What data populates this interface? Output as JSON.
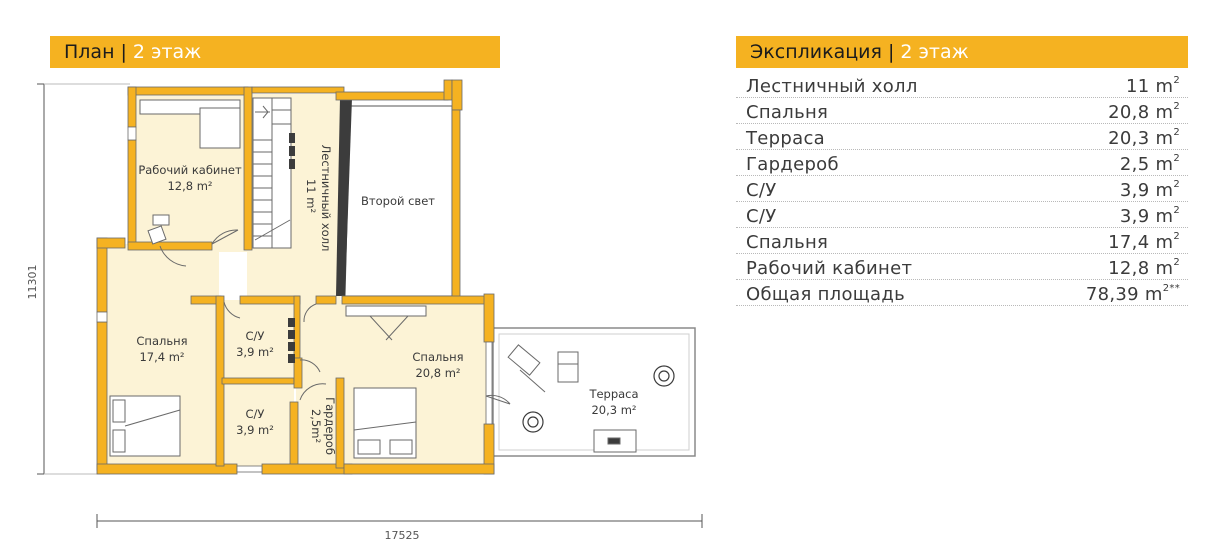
{
  "plan": {
    "header": {
      "title": "План",
      "separator": "|",
      "floor": "2 этаж"
    },
    "dim_height": "11301",
    "dim_width": "17525",
    "rooms": {
      "office": {
        "name": "Рабочий кабинет",
        "area": "12,8 m²"
      },
      "stair_hall": {
        "name": "Лестничный холл",
        "area": "11 m²"
      },
      "second_light": {
        "name": "Второй свет"
      },
      "bedroom_left": {
        "name": "Спальня",
        "area": "17,4 m²"
      },
      "wc_top": {
        "name": "С/У",
        "area": "3,9 m²"
      },
      "wc_bottom": {
        "name": "С/У",
        "area": "3,9 m²"
      },
      "wardrobe": {
        "name": "Гардероб",
        "area": "2,5m²"
      },
      "bedroom_right": {
        "name": "Спальня",
        "area": "20,8 m²"
      },
      "terrace": {
        "name": "Терраса",
        "area": "20,3 m²"
      }
    }
  },
  "explication": {
    "header": {
      "title": "Экспликация",
      "separator": "|",
      "floor": "2 этаж"
    },
    "unit": "m",
    "rows": [
      {
        "name": "Лестничный холл",
        "value": "11",
        "sup": "2"
      },
      {
        "name": "Спальня",
        "value": "20,8",
        "sup": "2"
      },
      {
        "name": "Терраса",
        "value": "20,3",
        "sup": "2"
      },
      {
        "name": "Гардероб",
        "value": "2,5",
        "sup": "2"
      },
      {
        "name": "С/У",
        "value": "3,9",
        "sup": "2"
      },
      {
        "name": "С/У",
        "value": "3,9",
        "sup": "2"
      },
      {
        "name": "Спальня",
        "value": "17,4",
        "sup": "2"
      },
      {
        "name": "Рабочий кабинет",
        "value": "12,8",
        "sup": "2"
      },
      {
        "name": "Общая площадь",
        "value": "78,39",
        "sup": "2**"
      }
    ]
  },
  "colors": {
    "header": "#F5B221",
    "wall": "#F5B221",
    "room": "#FCF3D6",
    "text": "#3a3a3a"
  }
}
